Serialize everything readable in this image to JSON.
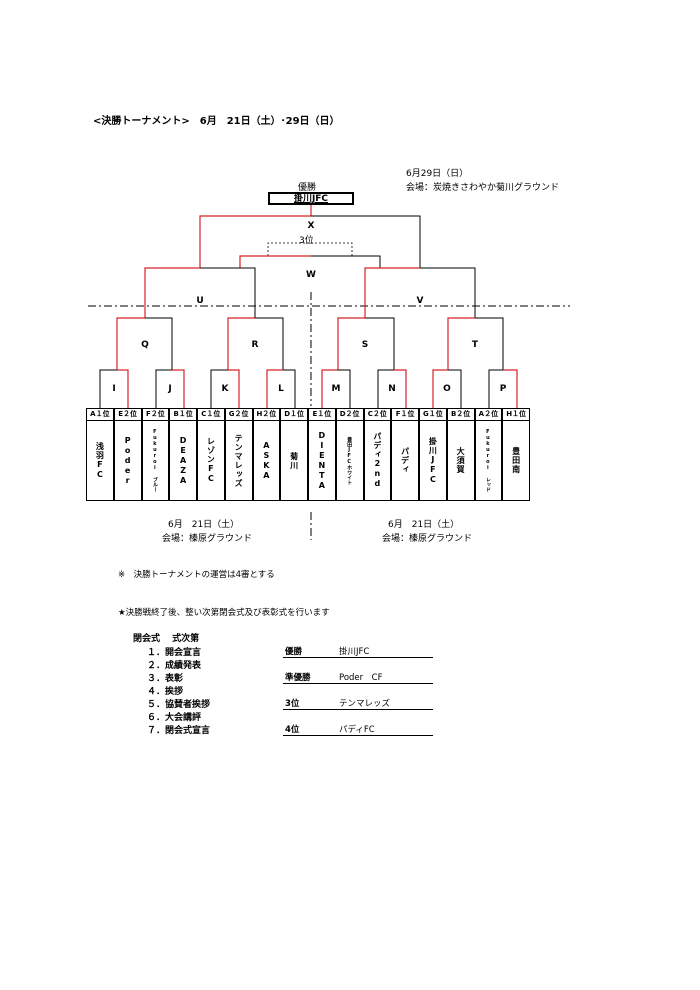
{
  "header": {
    "title": "<決勝トーナメント>　6月　21日（土）･29日（日）"
  },
  "final_info": {
    "date": "6月29日（日）",
    "venue": "会場：炭焼きさわやか菊川グラウンド",
    "champion_label": "優勝",
    "champion": "掛川JFC",
    "third_label": "3位"
  },
  "match_labels": {
    "X": "X",
    "W": "W",
    "U": "U",
    "V": "V",
    "Q": "Q",
    "R": "R",
    "S": "S",
    "T": "T",
    "I": "I",
    "J": "J",
    "K": "K",
    "L": "L",
    "M": "M",
    "N": "N",
    "O": "O",
    "P": "P"
  },
  "seeds": [
    "A１位",
    "E２位",
    "F２位",
    "B１位",
    "C１位",
    "G２位",
    "H２位",
    "D１位",
    "E１位",
    "D２位",
    "C２位",
    "F１位",
    "G１位",
    "B２位",
    "A２位",
    "H１位"
  ],
  "teams": [
    "浅羽FC",
    "Poder",
    "Fukuroi ブルー",
    "DEAZA",
    "レゾンFC",
    "テンマレッズ",
    "ASKA",
    "菊川",
    "DIENTA",
    "豊田JFCホワイト",
    "パディ2nd",
    "パディ",
    "掛川JFC",
    "大須賀",
    "Fukuroi レッド",
    "豊田南"
  ],
  "day1_left": {
    "date": "6月　21日（土）",
    "venue": "会場：榛原グラウンド"
  },
  "day1_right": {
    "date": "6月　21日（土）",
    "venue": "会場：榛原グラウンド"
  },
  "notes": {
    "note1": "※　決勝トーナメントの運営は4審とする",
    "note2": "★決勝戦終了後、整い次第閉会式及び表彰式を行います"
  },
  "ceremony": {
    "heading": "閉会式　 式次第",
    "items": [
      "１．開会宣言",
      "２．成績発表",
      "３．表彰",
      "４．挨拶",
      "５．協賛者挨拶",
      "６．大会講評",
      "７．閉会式宣言"
    ]
  },
  "results": [
    {
      "place": "優勝",
      "name": "掛川JFC"
    },
    {
      "place": "準優勝",
      "name": "Poder　CF"
    },
    {
      "place": "3位",
      "name": "テンマレッズ"
    },
    {
      "place": "4位",
      "name": "パディFC"
    }
  ],
  "colors": {
    "winner_line": "#d8232a",
    "line": "#000000"
  }
}
